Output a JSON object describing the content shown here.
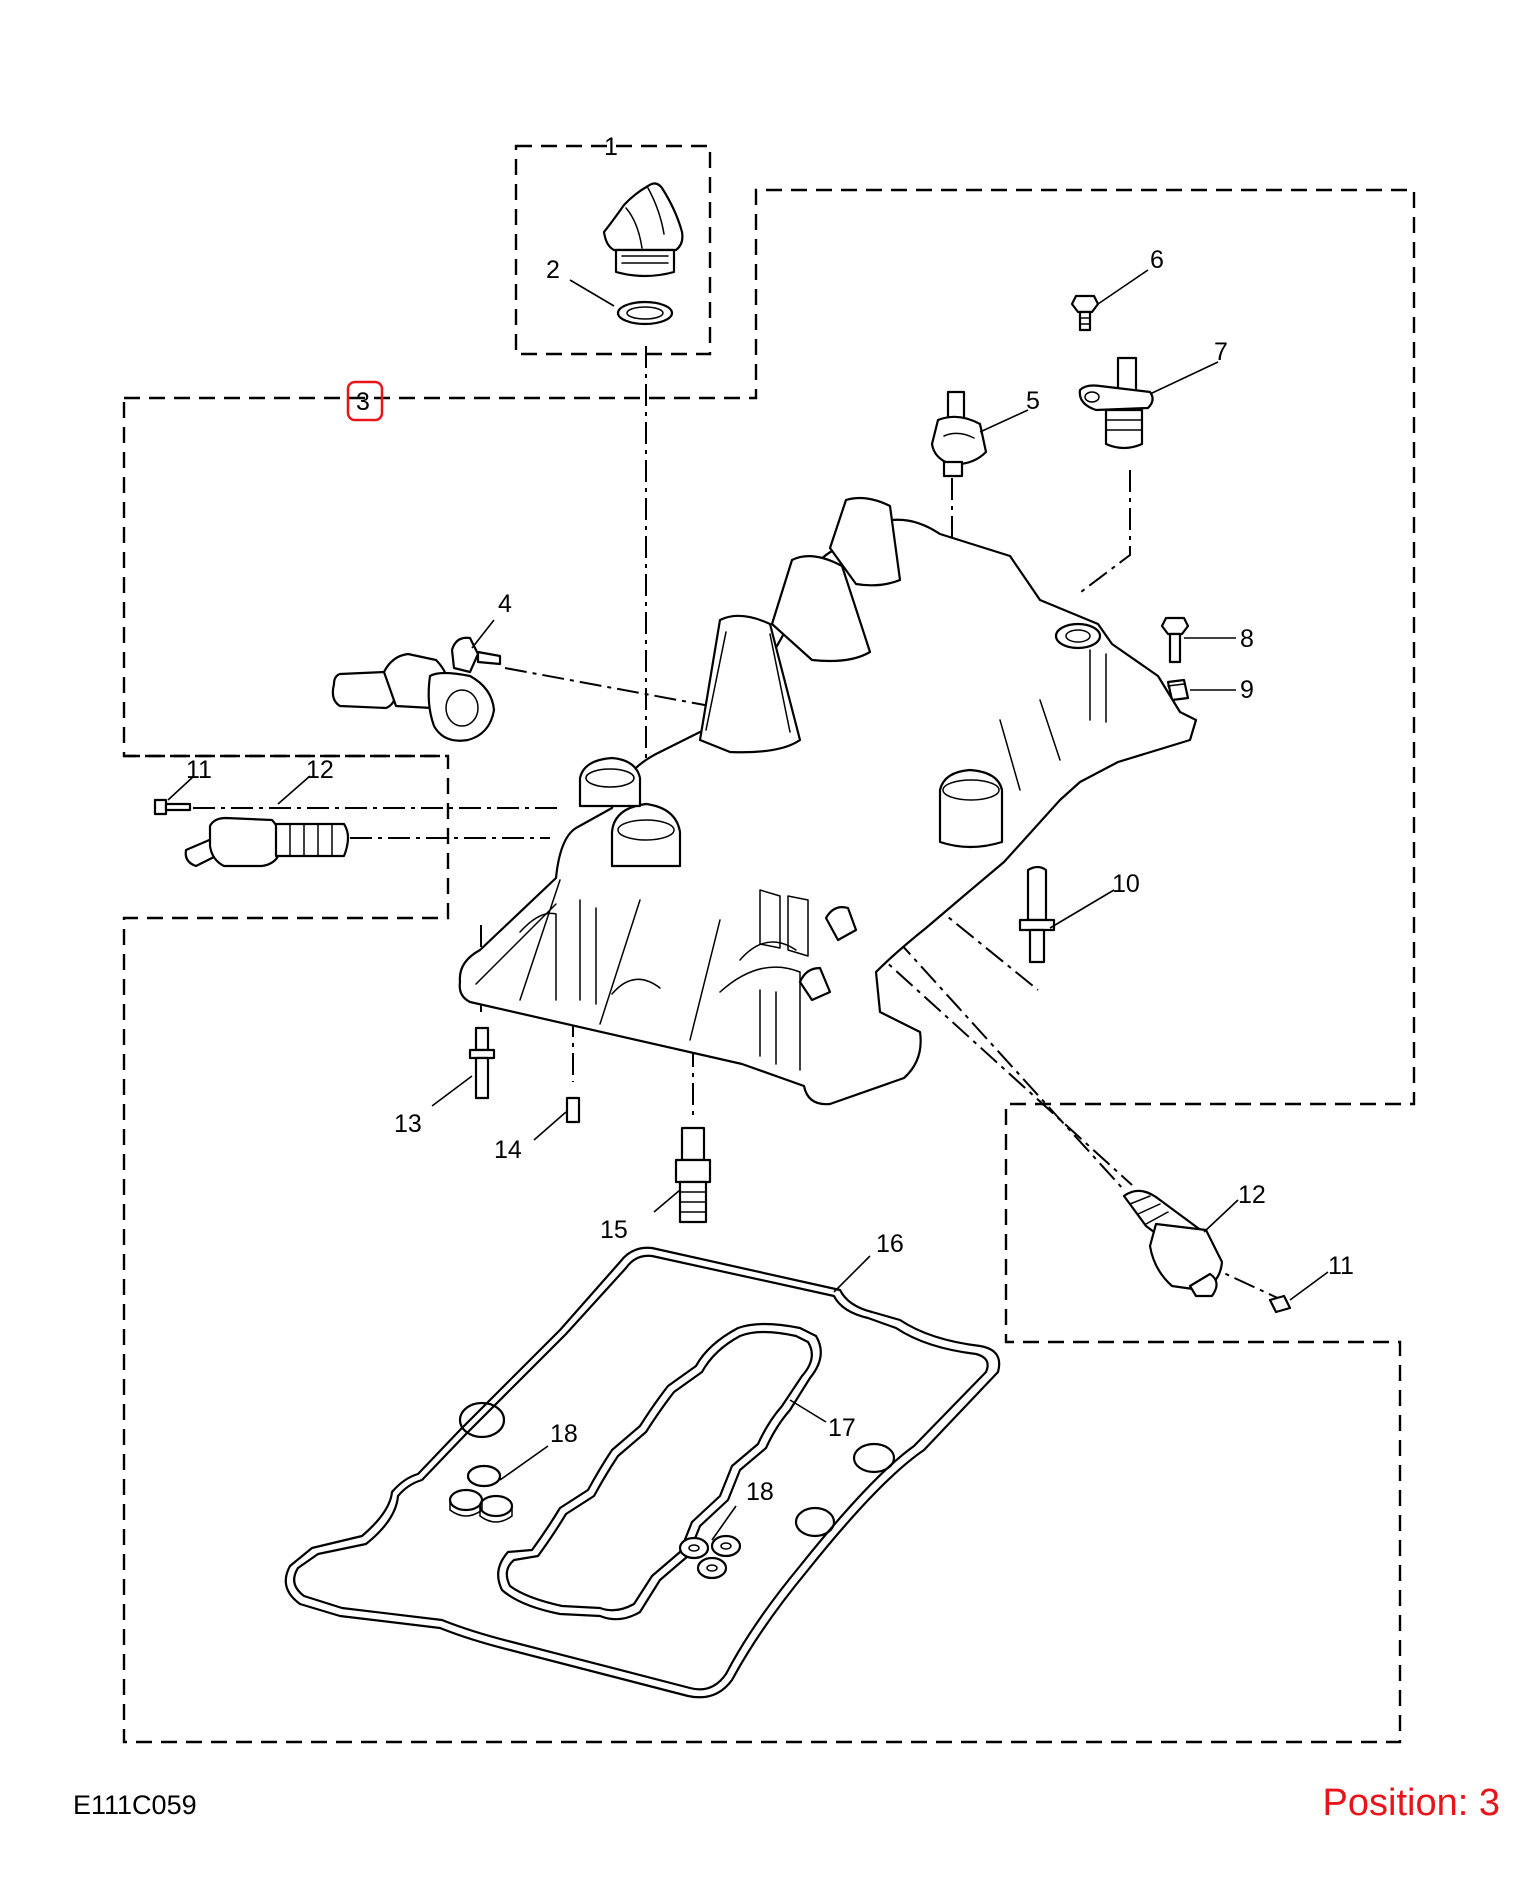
{
  "drawing_code": "E111C059",
  "position_label": "Position: 3",
  "highlight_color": "#e8141a",
  "callouts": {
    "c1": "1",
    "c2": "2",
    "c3": "3",
    "c4": "4",
    "c5": "5",
    "c6": "6",
    "c7": "7",
    "c8": "8",
    "c9": "9",
    "c10": "10",
    "c11a": "11",
    "c11b": "11",
    "c12a": "12",
    "c12b": "12",
    "c13": "13",
    "c14": "14",
    "c15": "15",
    "c16": "16",
    "c17": "17",
    "c18a": "18",
    "c18b": "18"
  }
}
